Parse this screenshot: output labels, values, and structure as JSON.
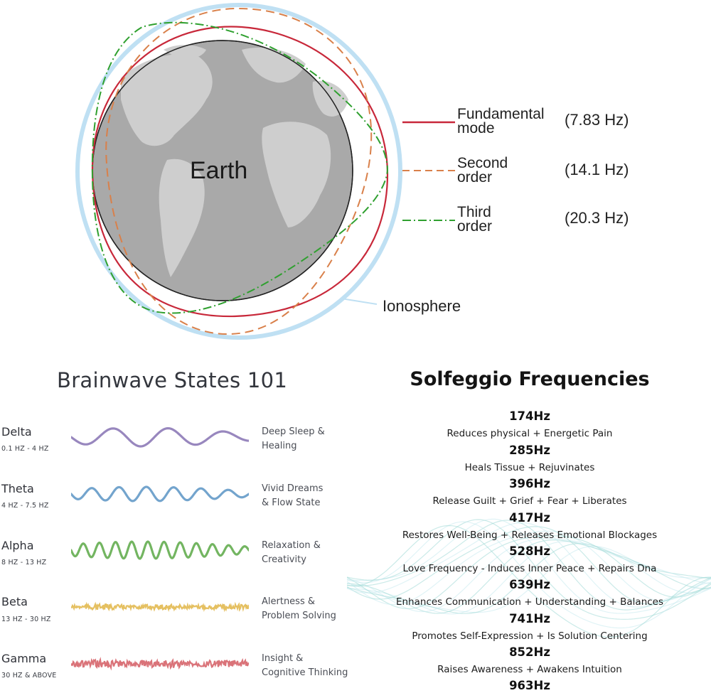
{
  "diagram": {
    "earth_label": "Earth",
    "ionosphere_label": "Ionosphere",
    "legend": [
      {
        "line1": "Fundamental",
        "line2": "mode",
        "freq": "(7.83 Hz)",
        "color": "#c8283a",
        "style": "solid"
      },
      {
        "line1": "Second",
        "line2": "order",
        "freq": "(14.1 Hz)",
        "color": "#d9804a",
        "style": "dashed"
      },
      {
        "line1": "Third",
        "line2": "order",
        "freq": "(20.3 Hz)",
        "color": "#2fa02f",
        "style": "dash-dot"
      }
    ],
    "colors": {
      "ionosphere": "#bfe0f3",
      "earth": "#a9a9a9",
      "land": "#cecece"
    }
  },
  "brainwave": {
    "title": "Brainwave States 101",
    "states": [
      {
        "name": "Delta",
        "range": "0.1 HZ - 4 HZ",
        "desc1": "Deep Sleep &",
        "desc2": "Healing",
        "color": "#8672b3"
      },
      {
        "name": "Theta",
        "range": "4 HZ - 7.5 HZ",
        "desc1": "Vivid Dreams",
        "desc2": "& Flow State",
        "color": "#5b94c4"
      },
      {
        "name": "Alpha",
        "range": "8 HZ - 13 HZ",
        "desc1": "Relaxation &",
        "desc2": "Creativity",
        "color": "#5aa845"
      },
      {
        "name": "Beta",
        "range": "13 HZ - 30 HZ",
        "desc1": "Alertness &",
        "desc2": "Problem Solving",
        "color": "#e0b545"
      },
      {
        "name": "Gamma",
        "range": "30 HZ & ABOVE",
        "desc1": "Insight &",
        "desc2": "Cognitive Thinking",
        "color": "#d35a62"
      }
    ]
  },
  "solfeggio": {
    "title": "Solfeggio Frequencies",
    "items": [
      {
        "hz": "174Hz",
        "desc": "Reduces physical + Energetic Pain"
      },
      {
        "hz": "285Hz",
        "desc": "Heals Tissue + Rejuvinates"
      },
      {
        "hz": "396Hz",
        "desc": "Release Guilt + Grief + Fear + Liberates"
      },
      {
        "hz": "417Hz",
        "desc": "Restores Well-Being + Releases Emotional Blockages"
      },
      {
        "hz": "528Hz",
        "desc": "Love Frequency - Induces Inner Peace + Repairs Dna"
      },
      {
        "hz": "639Hz",
        "desc": "Enhances Communication + Understanding + Balances"
      },
      {
        "hz": "741Hz",
        "desc": "Promotes Self-Expression + Is Solution Centering"
      },
      {
        "hz": "852Hz",
        "desc": "Raises Awareness + Awakens Intuition"
      },
      {
        "hz": "963Hz",
        "desc": ""
      }
    ]
  }
}
